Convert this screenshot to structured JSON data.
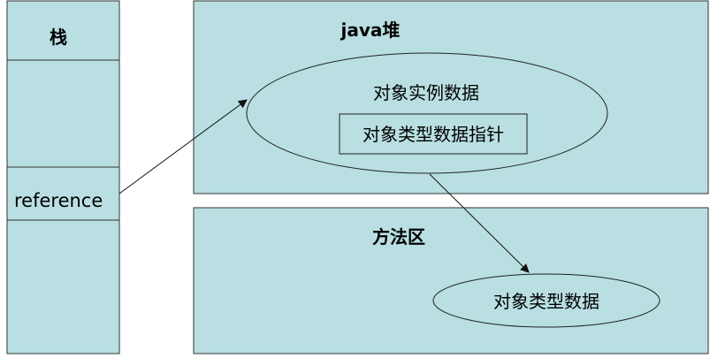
{
  "diagram": {
    "stack": {
      "title": "栈",
      "reference_label": "reference"
    },
    "heap": {
      "title": "java堆",
      "instance_ellipse_label": "对象实例数据",
      "type_pointer_label": "对象类型数据指针"
    },
    "method_area": {
      "title": "方法区",
      "type_data_label": "对象类型数据"
    },
    "colors": {
      "fill": "#b9dfe2",
      "stroke": "#333333",
      "text": "#000000",
      "background": "#ffffff"
    }
  }
}
